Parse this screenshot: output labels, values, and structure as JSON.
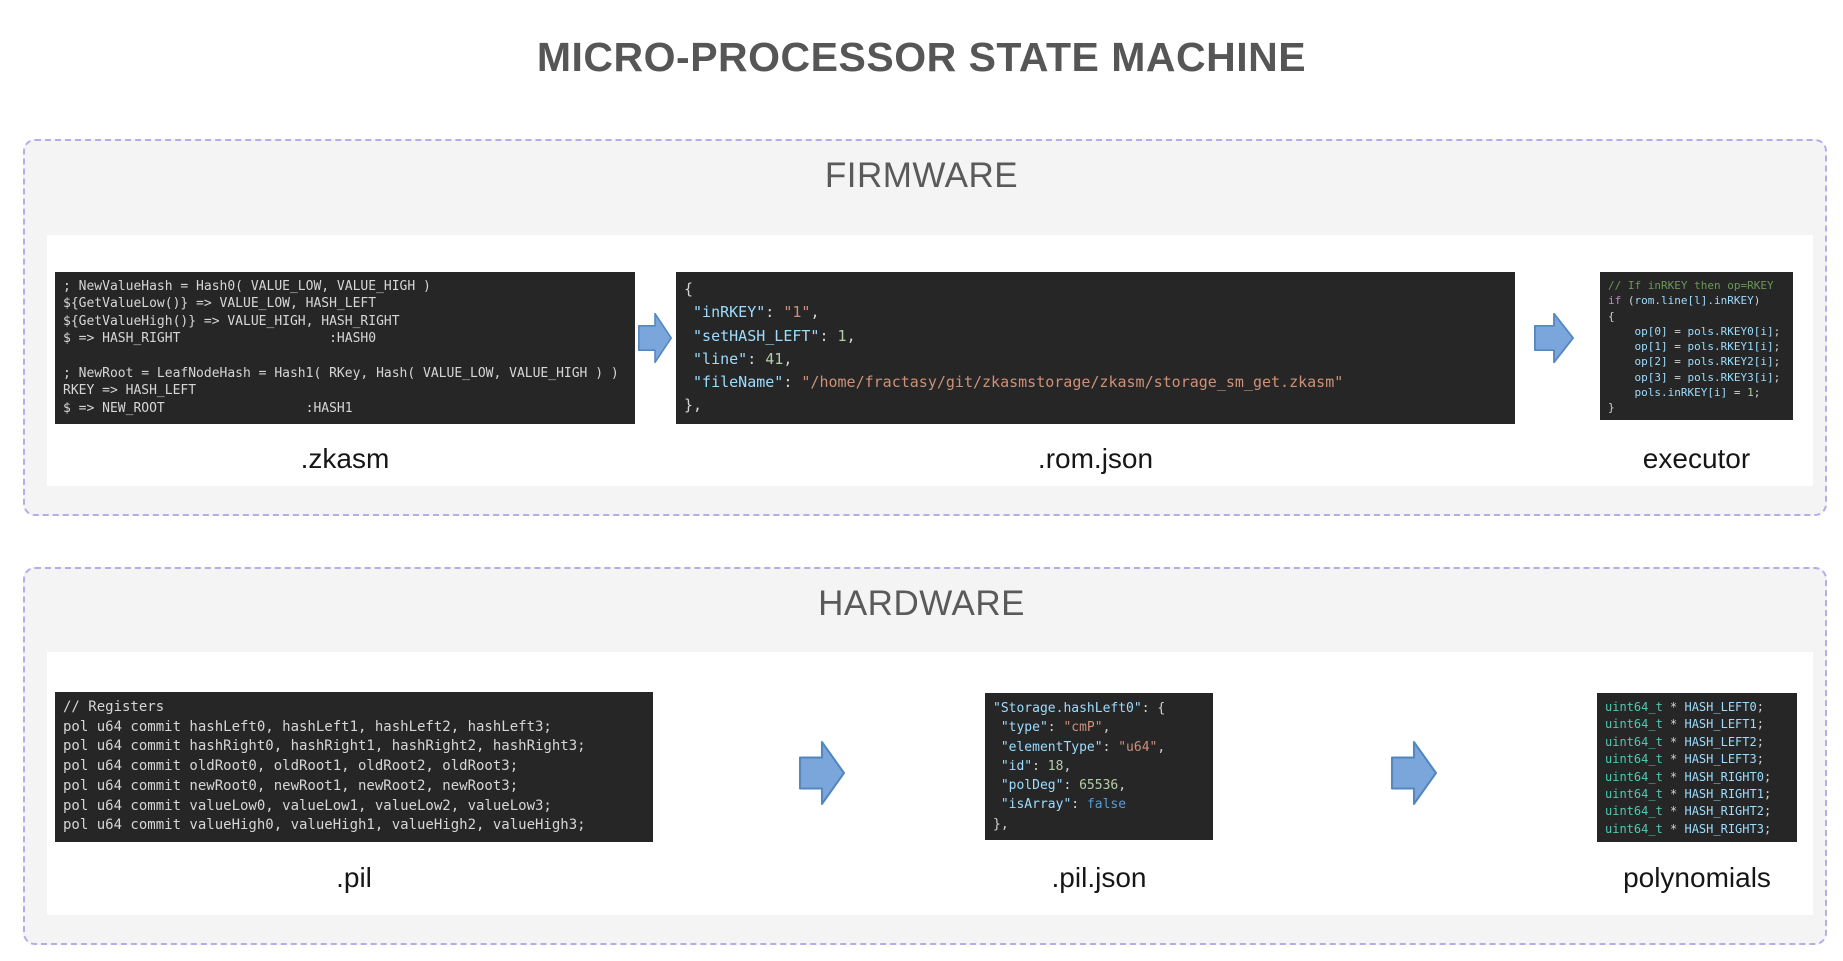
{
  "title": "MICRO-PROCESSOR STATE MACHINE",
  "colors": {
    "code_bg": "#262626",
    "plain": "#d4d4d4",
    "key": "#9cdcfe",
    "string": "#ce9178",
    "number": "#b5cea8",
    "comment": "#6a9955",
    "keyword": "#c586c0",
    "bool": "#569cd6",
    "type": "#4ec9b0",
    "arrow_fill": "#7ba6dc",
    "arrow_stroke": "#5486c0",
    "panel_bg": "#f4f4f5",
    "panel_border": "#b7abe8"
  },
  "firmware": {
    "heading": "FIRMWARE",
    "zkasm": {
      "label": ".zkasm",
      "lines": [
        [
          [
            "g",
            "; NewValueHash = Hash0( VALUE_LOW, VALUE_HIGH )"
          ]
        ],
        [
          [
            "g",
            "${GetValueLow()} => VALUE_LOW, HASH_LEFT"
          ]
        ],
        [
          [
            "g",
            "${GetValueHigh()} => VALUE_HIGH, HASH_RIGHT"
          ]
        ],
        [
          [
            "g",
            "$ => HASH_RIGHT                   :HASH0"
          ]
        ],
        [
          [
            "g",
            ""
          ]
        ],
        [
          [
            "g",
            "; NewRoot = LeafNodeHash = Hash1( RKey, Hash( VALUE_LOW, VALUE_HIGH ) )"
          ]
        ],
        [
          [
            "g",
            "RKEY => HASH_LEFT"
          ]
        ],
        [
          [
            "g",
            "$ => NEW_ROOT                  :HASH1"
          ]
        ]
      ]
    },
    "romjson": {
      "label": ".rom.json",
      "lines": [
        [
          [
            "p",
            "{"
          ]
        ],
        [
          [
            "p",
            " "
          ],
          [
            "k",
            "\"inRKEY\""
          ],
          [
            "p",
            ": "
          ],
          [
            "s",
            "\"1\""
          ],
          [
            "p",
            ","
          ]
        ],
        [
          [
            "p",
            " "
          ],
          [
            "k",
            "\"setHASH_LEFT\""
          ],
          [
            "p",
            ": "
          ],
          [
            "n",
            "1"
          ],
          [
            "p",
            ","
          ]
        ],
        [
          [
            "p",
            " "
          ],
          [
            "k",
            "\"line\""
          ],
          [
            "p",
            ": "
          ],
          [
            "n",
            "41"
          ],
          [
            "p",
            ","
          ]
        ],
        [
          [
            "p",
            " "
          ],
          [
            "k",
            "\"fileName\""
          ],
          [
            "p",
            ": "
          ],
          [
            "s",
            "\"/home/fractasy/git/zkasmstorage/zkasm/storage_sm_get.zkasm\""
          ]
        ],
        [
          [
            "p",
            "},"
          ]
        ]
      ]
    },
    "executor": {
      "label": "executor",
      "lines": [
        [
          [
            "c",
            "// If inRKEY then op=RKEY"
          ]
        ],
        [
          [
            "kw",
            "if"
          ],
          [
            "p",
            " ("
          ],
          [
            "k",
            "rom.line[l].inRKEY"
          ],
          [
            "p",
            ")"
          ]
        ],
        [
          [
            "p",
            "{"
          ]
        ],
        [
          [
            "p",
            "    "
          ],
          [
            "k",
            "op[0]"
          ],
          [
            "p",
            " = "
          ],
          [
            "k",
            "pols.RKEY0[i]"
          ],
          [
            "p",
            ";"
          ]
        ],
        [
          [
            "p",
            "    "
          ],
          [
            "k",
            "op[1]"
          ],
          [
            "p",
            " = "
          ],
          [
            "k",
            "pols.RKEY1[i]"
          ],
          [
            "p",
            ";"
          ]
        ],
        [
          [
            "p",
            "    "
          ],
          [
            "k",
            "op[2]"
          ],
          [
            "p",
            " = "
          ],
          [
            "k",
            "pols.RKEY2[i]"
          ],
          [
            "p",
            ";"
          ]
        ],
        [
          [
            "p",
            "    "
          ],
          [
            "k",
            "op[3]"
          ],
          [
            "p",
            " = "
          ],
          [
            "k",
            "pols.RKEY3[i]"
          ],
          [
            "p",
            ";"
          ]
        ],
        [
          [
            "p",
            "    "
          ],
          [
            "k",
            "pols.inRKEY[i]"
          ],
          [
            "p",
            " = "
          ],
          [
            "n",
            "1"
          ],
          [
            "p",
            ";"
          ]
        ],
        [
          [
            "p",
            "}"
          ]
        ]
      ]
    }
  },
  "hardware": {
    "heading": "HARDWARE",
    "pil": {
      "label": ".pil",
      "lines": [
        [
          [
            "g",
            "// Registers"
          ]
        ],
        [
          [
            "g",
            "pol u64 commit hashLeft0, hashLeft1, hashLeft2, hashLeft3;"
          ]
        ],
        [
          [
            "g",
            "pol u64 commit hashRight0, hashRight1, hashRight2, hashRight3;"
          ]
        ],
        [
          [
            "g",
            "pol u64 commit oldRoot0, oldRoot1, oldRoot2, oldRoot3;"
          ]
        ],
        [
          [
            "g",
            "pol u64 commit newRoot0, newRoot1, newRoot2, newRoot3;"
          ]
        ],
        [
          [
            "g",
            "pol u64 commit valueLow0, valueLow1, valueLow2, valueLow3;"
          ]
        ],
        [
          [
            "g",
            "pol u64 commit valueHigh0, valueHigh1, valueHigh2, valueHigh3;"
          ]
        ]
      ]
    },
    "piljson": {
      "label": ".pil.json",
      "lines": [
        [
          [
            "k",
            "\"Storage.hashLeft0\""
          ],
          [
            "p",
            ": {"
          ]
        ],
        [
          [
            "p",
            " "
          ],
          [
            "k",
            "\"type\""
          ],
          [
            "p",
            ": "
          ],
          [
            "s",
            "\"cmP\""
          ],
          [
            "p",
            ","
          ]
        ],
        [
          [
            "p",
            " "
          ],
          [
            "k",
            "\"elementType\""
          ],
          [
            "p",
            ": "
          ],
          [
            "s",
            "\"u64\""
          ],
          [
            "p",
            ","
          ]
        ],
        [
          [
            "p",
            " "
          ],
          [
            "k",
            "\"id\""
          ],
          [
            "p",
            ": "
          ],
          [
            "n",
            "18"
          ],
          [
            "p",
            ","
          ]
        ],
        [
          [
            "p",
            " "
          ],
          [
            "k",
            "\"polDeg\""
          ],
          [
            "p",
            ": "
          ],
          [
            "n",
            "65536"
          ],
          [
            "p",
            ","
          ]
        ],
        [
          [
            "p",
            " "
          ],
          [
            "k",
            "\"isArray\""
          ],
          [
            "p",
            ": "
          ],
          [
            "b",
            "false"
          ]
        ],
        [
          [
            "p",
            "},"
          ]
        ]
      ]
    },
    "polynomials": {
      "label": "polynomials",
      "lines": [
        [
          [
            "t",
            "uint64_t"
          ],
          [
            "p",
            " * "
          ],
          [
            "k",
            "HASH_LEFT0"
          ],
          [
            "p",
            ";"
          ]
        ],
        [
          [
            "t",
            "uint64_t"
          ],
          [
            "p",
            " * "
          ],
          [
            "k",
            "HASH_LEFT1"
          ],
          [
            "p",
            ";"
          ]
        ],
        [
          [
            "t",
            "uint64_t"
          ],
          [
            "p",
            " * "
          ],
          [
            "k",
            "HASH_LEFT2"
          ],
          [
            "p",
            ";"
          ]
        ],
        [
          [
            "t",
            "uint64_t"
          ],
          [
            "p",
            " * "
          ],
          [
            "k",
            "HASH_LEFT3"
          ],
          [
            "p",
            ";"
          ]
        ],
        [
          [
            "t",
            "uint64_t"
          ],
          [
            "p",
            " * "
          ],
          [
            "k",
            "HASH_RIGHT0"
          ],
          [
            "p",
            ";"
          ]
        ],
        [
          [
            "t",
            "uint64_t"
          ],
          [
            "p",
            " * "
          ],
          [
            "k",
            "HASH_RIGHT1"
          ],
          [
            "p",
            ";"
          ]
        ],
        [
          [
            "t",
            "uint64_t"
          ],
          [
            "p",
            " * "
          ],
          [
            "k",
            "HASH_RIGHT2"
          ],
          [
            "p",
            ";"
          ]
        ],
        [
          [
            "t",
            "uint64_t"
          ],
          [
            "p",
            " * "
          ],
          [
            "k",
            "HASH_RIGHT3"
          ],
          [
            "p",
            ";"
          ]
        ]
      ]
    }
  }
}
